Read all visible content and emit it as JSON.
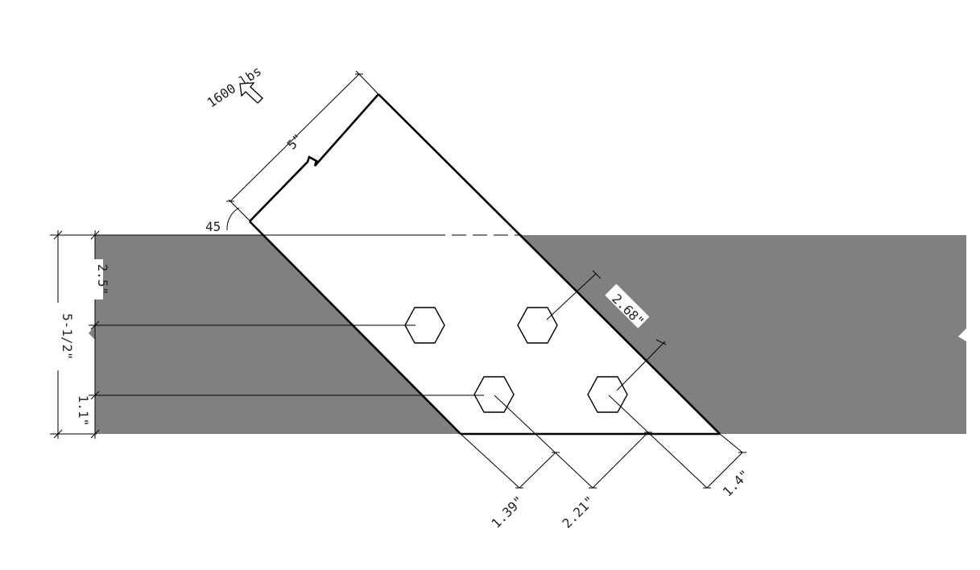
{
  "drawing": {
    "colors": {
      "member_fill": "#808080",
      "plate_fill": "#ffffff",
      "line": "#000000"
    },
    "icons": {
      "load_arrow": "hollow-arrow-icon"
    },
    "load_label": "1600 lbs",
    "angle_label": "45",
    "dims": {
      "plate_edge": "5\"",
      "top_to_bolt_row": "2.5\"",
      "member_depth": "5-1/2\"",
      "bottom_to_bolt_row": "1.1\"",
      "bolt_edge_upper": "2.68\"",
      "bolt_end_1": "1.39\"",
      "bolt_spacing": "2.21\"",
      "bolt_end_2": "1.4\""
    }
  }
}
